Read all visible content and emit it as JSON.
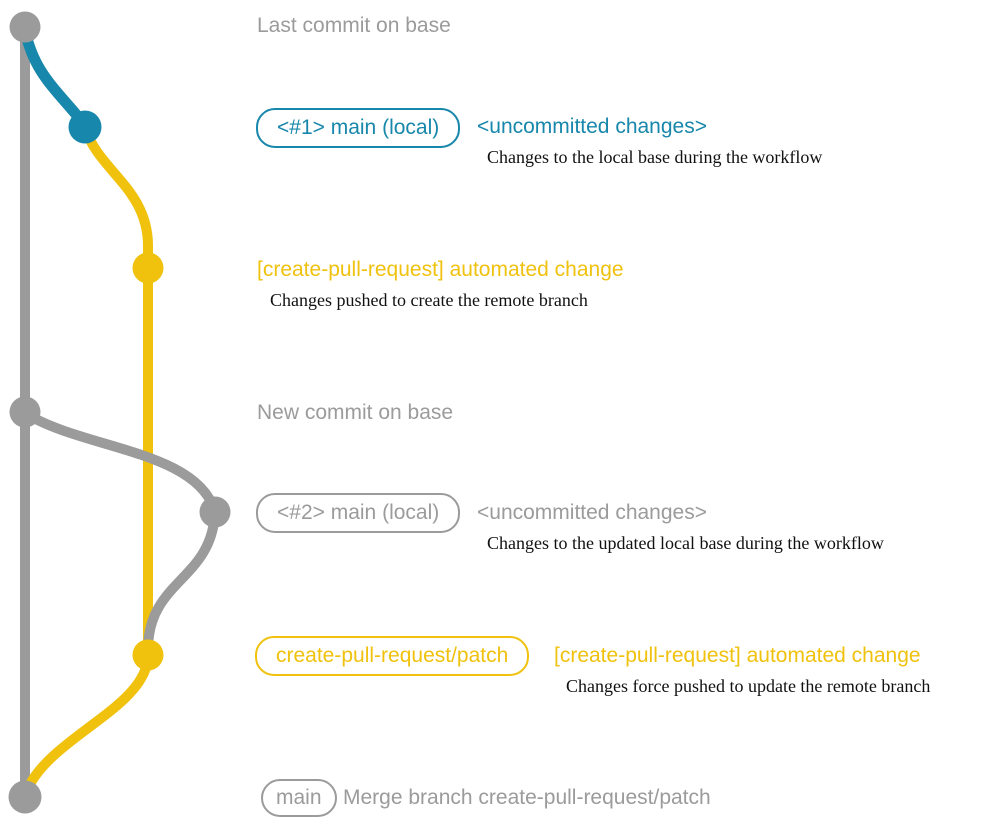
{
  "colors": {
    "teal": "#1787ab",
    "gold": "#f0c20e",
    "gray": "#9b9b9b",
    "ink": "#111111"
  },
  "captions": {
    "last_commit_on_base": "Last commit on base",
    "new_commit_on_base": "New commit on base"
  },
  "rows": {
    "local_main_1": {
      "branch_badge": "<#1> main (local)",
      "status": "<uncommitted changes>",
      "note": "Changes to the local base during the workflow"
    },
    "push_1": {
      "commit_message": "[create-pull-request] automated change",
      "note": "Changes pushed to create the remote branch"
    },
    "local_main_2": {
      "branch_badge": "<#2> main (local)",
      "status": "<uncommitted changes>",
      "note": "Changes to the updated local base during the workflow"
    },
    "push_2": {
      "branch_badge": "create-pull-request/patch",
      "commit_message": "[create-pull-request] automated change",
      "note": "Changes force pushed to update the remote branch"
    },
    "merge": {
      "branch_badge": "main",
      "commit_message": "Merge branch create-pull-request/patch"
    }
  }
}
